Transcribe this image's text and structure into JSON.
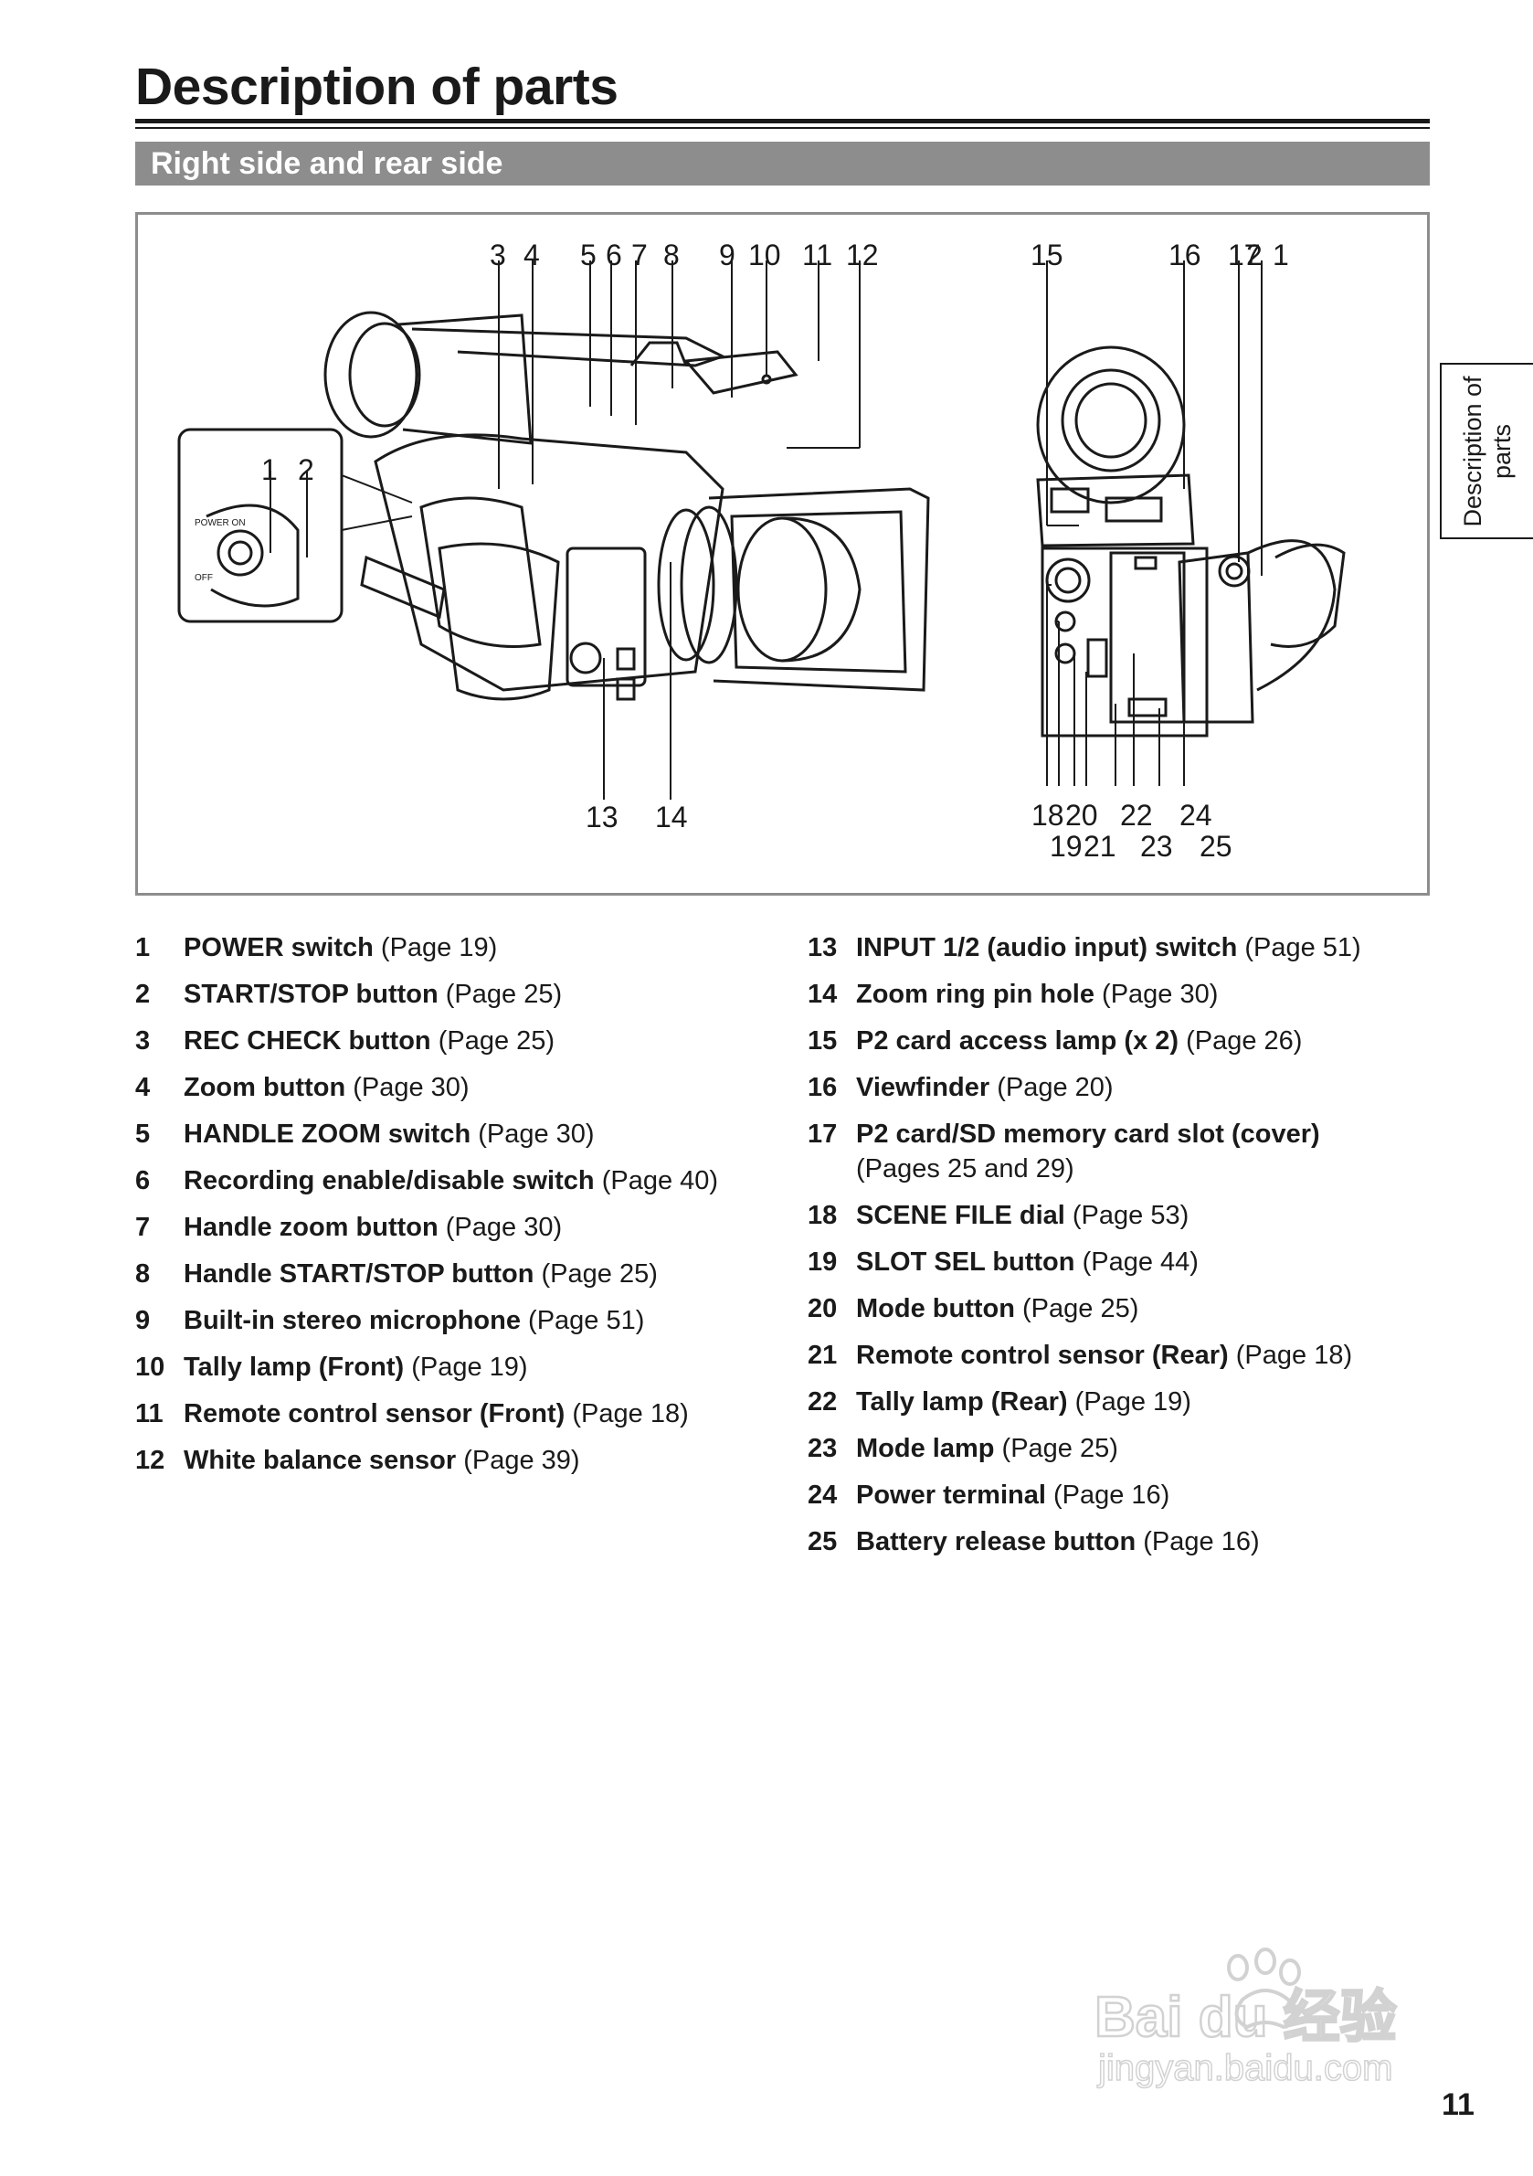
{
  "page": {
    "title": "Description of parts",
    "section": "Right side and rear side",
    "side_tab": {
      "line1": "Description of",
      "line2": "parts"
    },
    "page_number": "11"
  },
  "figure": {
    "callouts_top_left": [
      "3",
      "4",
      "5",
      "6",
      "7",
      "8",
      "9",
      "10",
      "11",
      "12"
    ],
    "callouts_bottom_left": [
      "13",
      "14"
    ],
    "inset_callouts": [
      "1",
      "2"
    ],
    "inset_switch_labels": {
      "on": "POWER ON",
      "off": "OFF"
    },
    "callouts_top_right": [
      "15",
      "16",
      "17",
      "2",
      "1"
    ],
    "callouts_bottom_right_row1": [
      "18",
      "20",
      "22",
      "24"
    ],
    "callouts_bottom_right_row2": [
      "19",
      "21",
      "23",
      "25"
    ]
  },
  "parts_left": [
    {
      "num": "1",
      "name": "POWER switch",
      "ref": "(Page 19)"
    },
    {
      "num": "2",
      "name": "START/STOP button",
      "ref": "(Page 25)"
    },
    {
      "num": "3",
      "name": "REC CHECK button",
      "ref": "(Page 25)"
    },
    {
      "num": "4",
      "name": "Zoom button",
      "ref": "(Page 30)"
    },
    {
      "num": "5",
      "name": "HANDLE ZOOM switch",
      "ref": "(Page 30)"
    },
    {
      "num": "6",
      "name": "Recording enable/disable switch",
      "ref": "(Page 40)"
    },
    {
      "num": "7",
      "name": "Handle zoom button",
      "ref": "(Page 30)"
    },
    {
      "num": "8",
      "name": "Handle START/STOP button",
      "ref": "(Page 25)"
    },
    {
      "num": "9",
      "name": "Built-in stereo microphone",
      "ref": "(Page 51)"
    },
    {
      "num": "10",
      "name": "Tally lamp (Front)",
      "ref": "(Page 19)"
    },
    {
      "num": "11",
      "name": "Remote control sensor (Front)",
      "ref": "(Page 18)"
    },
    {
      "num": "12",
      "name": "White balance sensor",
      "ref": "(Page 39)"
    }
  ],
  "parts_right": [
    {
      "num": "13",
      "name": "INPUT 1/2 (audio input) switch",
      "ref": "(Page 51)"
    },
    {
      "num": "14",
      "name": "Zoom ring pin hole",
      "ref": "(Page 30)"
    },
    {
      "num": "15",
      "name": "P2 card access lamp (x 2)",
      "ref": "(Page 26)"
    },
    {
      "num": "16",
      "name": "Viewfinder",
      "ref": "(Page 20)"
    },
    {
      "num": "17",
      "name": "P2 card/SD memory card slot (cover)",
      "ref": "(Pages 25 and 29)"
    },
    {
      "num": "18",
      "name": "SCENE FILE dial",
      "ref": "(Page 53)"
    },
    {
      "num": "19",
      "name": "SLOT SEL button",
      "ref": "(Page 44)"
    },
    {
      "num": "20",
      "name": "Mode button",
      "ref": "(Page 25)"
    },
    {
      "num": "21",
      "name": "Remote control sensor (Rear)",
      "ref": "(Page 18)"
    },
    {
      "num": "22",
      "name": "Tally lamp (Rear)",
      "ref": "(Page 19)"
    },
    {
      "num": "23",
      "name": "Mode lamp",
      "ref": "(Page 25)"
    },
    {
      "num": "24",
      "name": "Power terminal",
      "ref": "(Page 16)"
    },
    {
      "num": "25",
      "name": "Battery release button",
      "ref": "(Page 16)"
    }
  ],
  "watermark": {
    "brand": "Bai du 经验",
    "url": "jingyan.baidu.com"
  }
}
